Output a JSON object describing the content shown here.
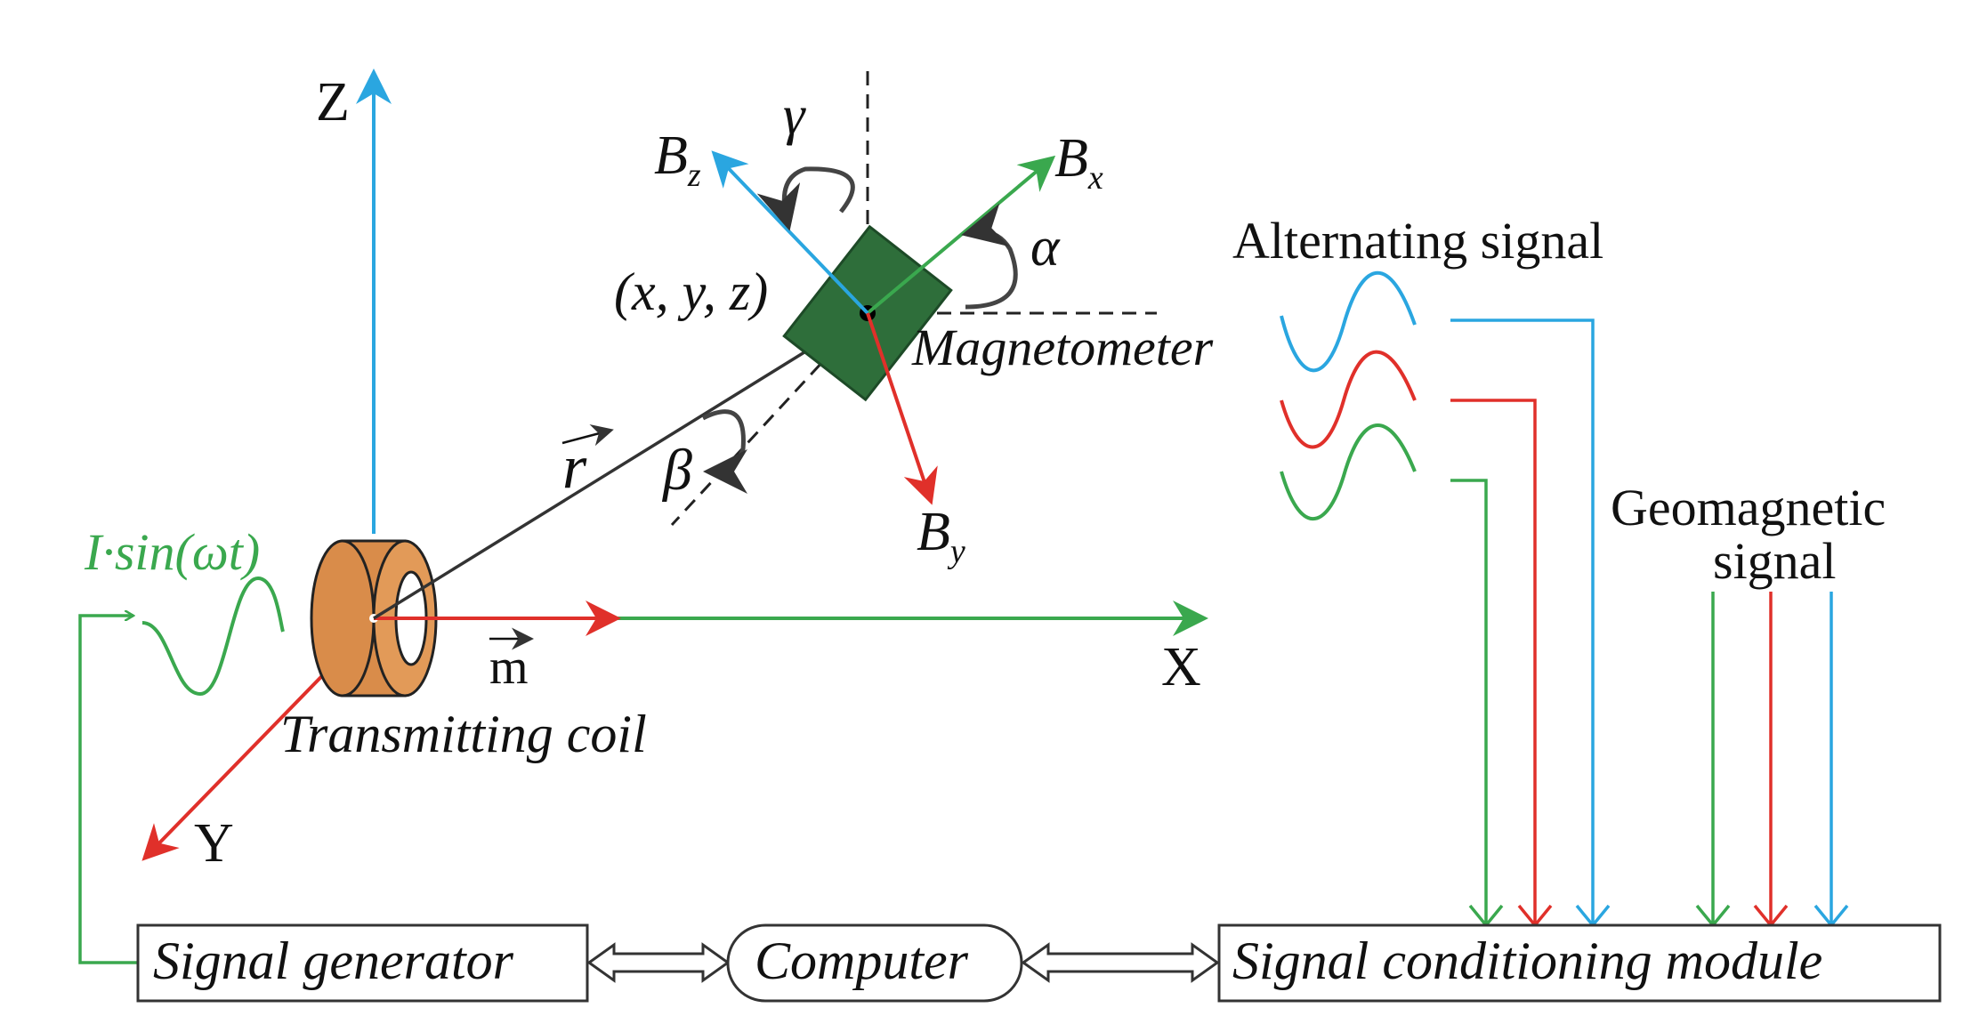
{
  "axes": {
    "z_label": "Z",
    "x_label": "X",
    "y_label": "Y"
  },
  "sensor_axes": {
    "bx": "B",
    "bx_sub": "x",
    "by": "B",
    "by_sub": "y",
    "bz": "B",
    "bz_sub": "z"
  },
  "angles": {
    "alpha": "α",
    "beta": "β",
    "gamma": "γ"
  },
  "position_label": "(x, y, z)",
  "magnetometer_label": "Magnetometer",
  "vector_r": "r",
  "vector_m": "m",
  "excitation_label": "I·sin(ωt)",
  "coil_label": "Transmitting coil",
  "alternating_signal_label": "Alternating signal",
  "geomagnetic_label_1": "Geomagnetic",
  "geomagnetic_label_2": "signal",
  "blocks": {
    "signal_generator": "Signal generator",
    "computer": "Computer",
    "signal_conditioning": "Signal conditioning module"
  },
  "colors": {
    "blue": "#2aa6e0",
    "red": "#e0302a",
    "green": "#3aa84e",
    "dark": "#222222",
    "coil": "#d98c4a",
    "magnetometer": "#2e6e3a"
  }
}
